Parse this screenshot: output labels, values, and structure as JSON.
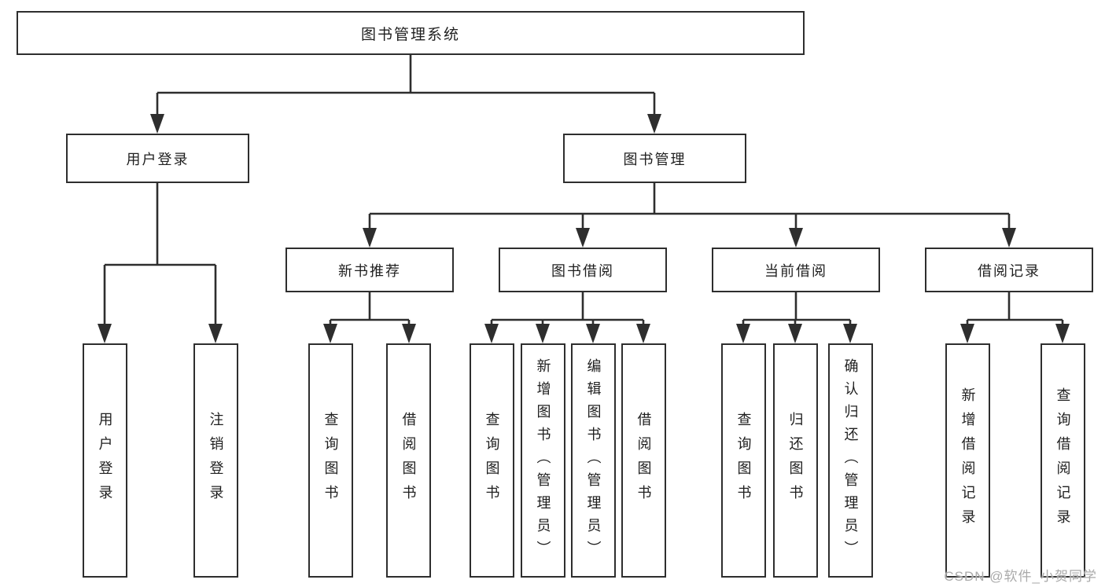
{
  "diagram_title": "图书管理系统",
  "colors": {
    "line": "#2e2e2e",
    "box_border": "#2e2e2e",
    "box_background": "#ffffff",
    "text": "#1f1f1f",
    "watermark_text": "#aaaaaa"
  },
  "tree": {
    "root": "图书管理系统",
    "children": [
      {
        "label": "用户登录",
        "children": [
          "用户登录",
          "注销登录"
        ]
      },
      {
        "label": "图书管理",
        "children": [
          {
            "label": "新书推荐",
            "children": [
              "查询图书",
              "借阅图书"
            ]
          },
          {
            "label": "图书借阅",
            "children": [
              "查询图书",
              "新增图书（管理员）",
              "编辑图书（管理员）",
              "借阅图书"
            ]
          },
          {
            "label": "当前借阅",
            "children": [
              "查询图书",
              "归还图书",
              "确认归还（管理员）"
            ]
          },
          {
            "label": "借阅记录",
            "children": [
              "新增借阅记录",
              "查询借阅记录"
            ]
          }
        ]
      }
    ]
  },
  "watermark": {
    "text": "CSDN @软件_小贺同学"
  }
}
